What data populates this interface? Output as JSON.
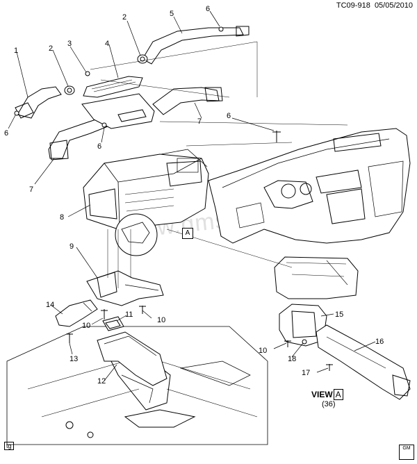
{
  "header": {
    "code": "TC09-918",
    "date": "05/05/2010"
  },
  "callouts": [
    {
      "id": "c1",
      "label": "1"
    },
    {
      "id": "c2a",
      "label": "2"
    },
    {
      "id": "c2b",
      "label": "2"
    },
    {
      "id": "c3",
      "label": "3"
    },
    {
      "id": "c4",
      "label": "4"
    },
    {
      "id": "c5",
      "label": "5"
    },
    {
      "id": "c6a",
      "label": "6"
    },
    {
      "id": "c6b",
      "label": "6"
    },
    {
      "id": "c6c",
      "label": "6"
    },
    {
      "id": "c6d",
      "label": "6"
    },
    {
      "id": "c7a",
      "label": "7"
    },
    {
      "id": "c7b",
      "label": "7"
    },
    {
      "id": "c8",
      "label": "8"
    },
    {
      "id": "c9",
      "label": "9"
    },
    {
      "id": "c10a",
      "label": "10"
    },
    {
      "id": "c10b",
      "label": "10"
    },
    {
      "id": "c10c",
      "label": "10"
    },
    {
      "id": "c11",
      "label": "11"
    },
    {
      "id": "c12",
      "label": "12"
    },
    {
      "id": "c13",
      "label": "13"
    },
    {
      "id": "c14",
      "label": "14"
    },
    {
      "id": "c15",
      "label": "15"
    },
    {
      "id": "c16",
      "label": "16"
    },
    {
      "id": "c17",
      "label": "17"
    },
    {
      "id": "c18",
      "label": "18"
    }
  ],
  "view": {
    "prefix": "VIEW",
    "letter": "A",
    "sheet": "(36)"
  },
  "detail_ref": "A",
  "watermark": "www.gmsklad.ru",
  "footer": {
    "left_tag": "tg",
    "right_tag": "GM"
  }
}
